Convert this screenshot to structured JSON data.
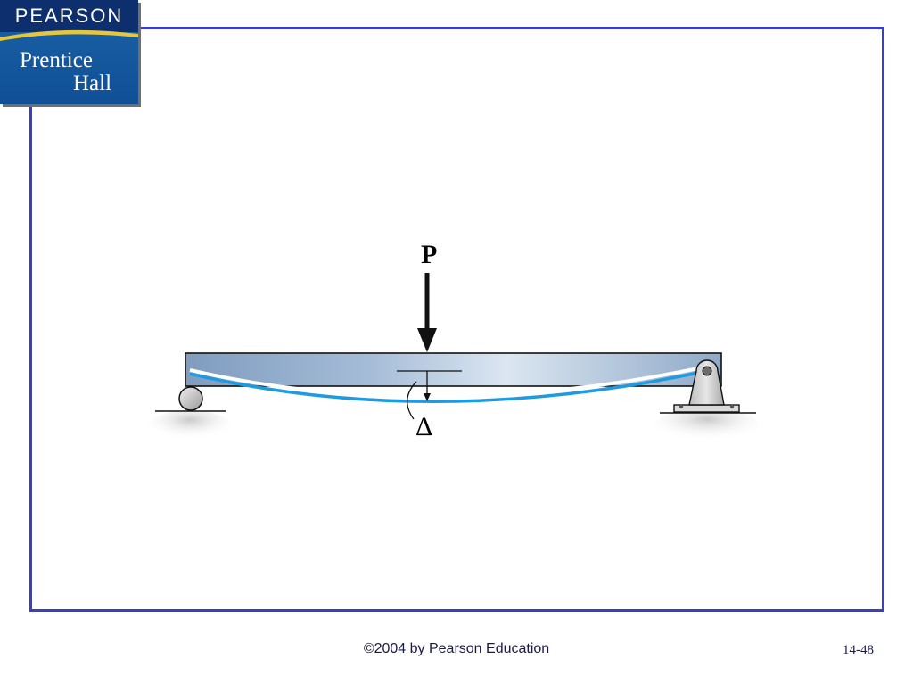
{
  "logo": {
    "top": "PEARSON",
    "line1": "Prentice",
    "line2": "Hall"
  },
  "diagram": {
    "load_label": "P",
    "deflection_label": "Δ"
  },
  "footer": {
    "copyright": "©2004 by Pearson Education",
    "slide_number": "14-48"
  },
  "colors": {
    "frame": "#3b3fbf",
    "logo_blue": "#1c63a8",
    "deflection_curve": "#1e9be0"
  }
}
